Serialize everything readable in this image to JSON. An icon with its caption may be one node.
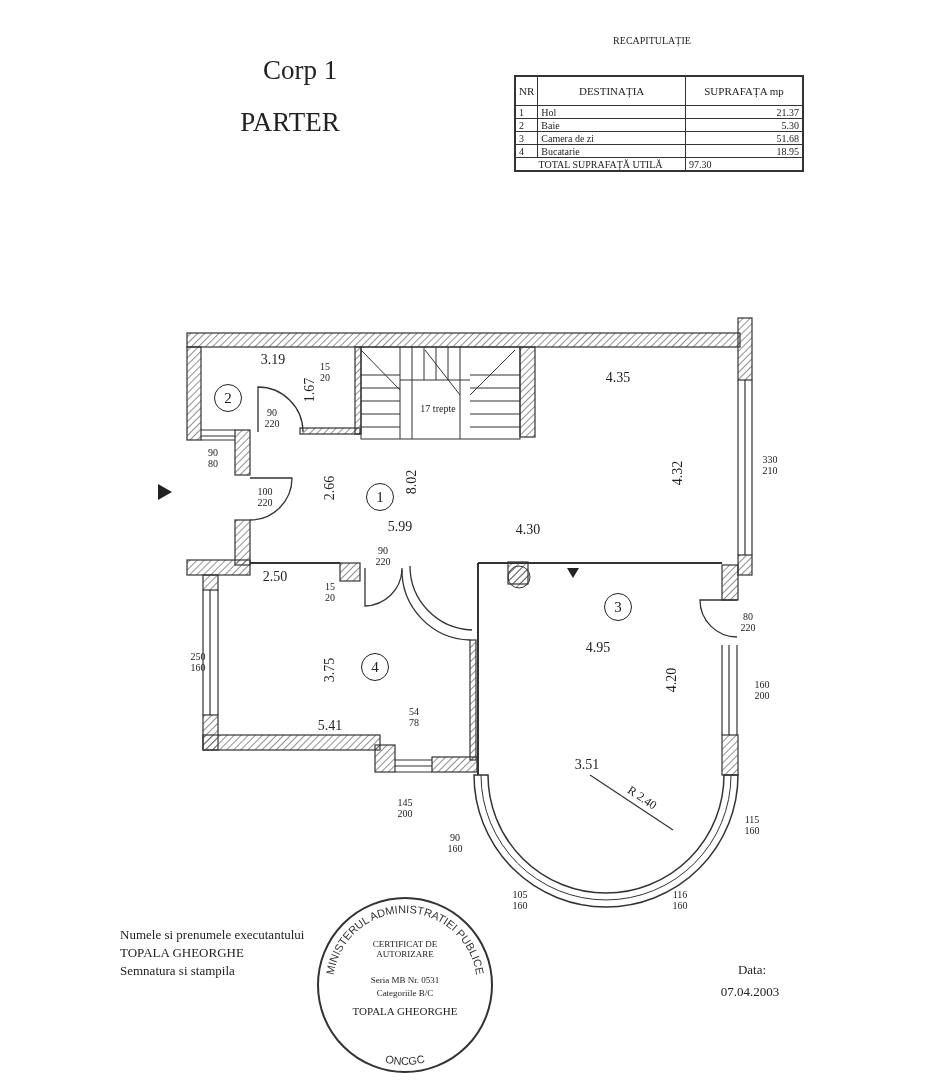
{
  "diagram": {
    "nodes": [
      {
        "text": [
          "2"
        ]
      },
      {
        "text": [
          "1"
        ]
      },
      {
        "text": [
          "3"
        ]
      },
      {
        "text": [
          "4"
        ]
      },
      {
        "text": [
          "MINISTERUL ADMINISTRATIEI PUBLICE",
          "CERTIFICAT DE AUTORIZARE",
          "Seria MB Nr. 0531",
          "Categoriile B/C",
          "TOPALA GHEORGHE",
          "ONCGC"
        ]
      }
    ],
    "edges": [],
    "labels": [
      "Corp 1",
      "PARTER",
      "RECAPITULAȚIE",
      "NR",
      "DESTINAȚIA",
      "SUPRAFAȚA mp",
      "1",
      "Hol",
      "21.37",
      "2",
      "Baie",
      "5.30",
      "3",
      "Camera de zi",
      "51.68",
      "4",
      "Bucatarie",
      "18.95",
      "TOTAL SUPRAFAȚĂ UTILĂ",
      "97.30",
      "3.19",
      "15 20",
      "1.67",
      "17 trepte",
      "90 220",
      "90 80",
      "2.66",
      "8.02",
      "100 220",
      "5.99",
      "4.35",
      "4.32",
      "4.30",
      "330 210",
      "2.50",
      "90 220",
      "15 20",
      "250 160",
      "3.75",
      "5.41",
      "54 78",
      "4.95",
      "80 220",
      "4.20",
      "160 200",
      "3.51",
      "R 2.40",
      "145 200",
      "90 160",
      "115 160",
      "105 160",
      "116 160",
      "Numele si prenumele executantului",
      "TOPALA GHEORGHE",
      "Semnatura si stampila",
      "Data:",
      "07.04.2003"
    ]
  }
}
